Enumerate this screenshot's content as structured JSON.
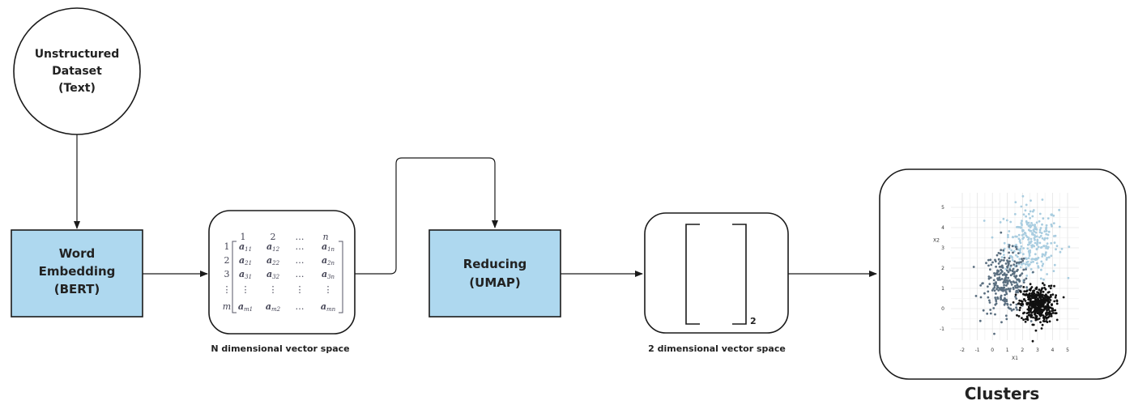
{
  "nodes": {
    "source": {
      "lines": [
        "Unstructured",
        "Dataset",
        "(Text)"
      ]
    },
    "embedding": {
      "lines": [
        "Word",
        "Embedding",
        "(BERT)"
      ]
    },
    "reducing": {
      "lines": [
        "Reducing",
        "(UMAP)"
      ]
    }
  },
  "captions": {
    "n_space": "N dimensional vector space",
    "two_space": "2 dimensional vector space",
    "clusters": "Clusters"
  },
  "matrix": {
    "col_headers": [
      "1",
      "2",
      "…",
      "n"
    ],
    "row_headers": [
      "1",
      "2",
      "3",
      "⋮",
      "m"
    ],
    "rows": [
      [
        "a11",
        "a12",
        "…",
        "a1n"
      ],
      [
        "a21",
        "a22",
        "…",
        "a2n"
      ],
      [
        "a31",
        "a32",
        "…",
        "a3n"
      ],
      [
        "⋮",
        "⋮",
        "⋮",
        "⋮"
      ],
      [
        "am1",
        "am2",
        "…",
        "amn"
      ]
    ]
  },
  "two_d_subscript": "2",
  "colors": {
    "process_fill": "#aed8ef",
    "stroke": "#1a1a1a",
    "cluster_dark": "#111111",
    "cluster_mid": "#5b6f80",
    "cluster_light": "#a9cde0"
  },
  "chart_data": {
    "type": "scatter",
    "xlabel": "X1",
    "ylabel": "X2",
    "xlim": [
      -2,
      5
    ],
    "ylim": [
      -1,
      5
    ],
    "xticks": [
      "-2",
      "-1",
      "0",
      "1",
      "2",
      "3",
      "4",
      "5"
    ],
    "yticks": [
      "-1",
      "0",
      "1",
      "2",
      "3",
      "4",
      "5"
    ],
    "grid": true,
    "series": [
      {
        "color": "#111111",
        "center": [
          3.0,
          0.2
        ],
        "spread": [
          0.55,
          0.45
        ],
        "n": 420
      },
      {
        "color": "#5b6f80",
        "center": [
          0.9,
          1.3
        ],
        "spread": [
          0.75,
          0.75
        ],
        "n": 260
      },
      {
        "color": "#a9cde0",
        "center": [
          2.6,
          3.3
        ],
        "spread": [
          0.9,
          0.9
        ],
        "n": 260
      }
    ]
  }
}
